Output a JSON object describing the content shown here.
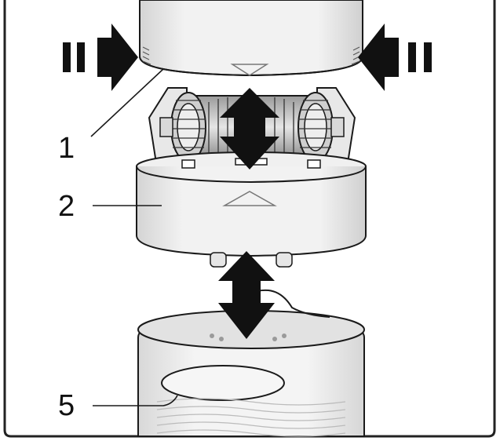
{
  "callouts": {
    "label_1": "1",
    "label_2": "2",
    "label_5": "5"
  },
  "colors": {
    "line": "#1a1a1a",
    "part_fill": "#f3f3f3",
    "part_shade": "#dadada",
    "arrow": "#111111"
  },
  "icons": {
    "press_left": "double-bar-arrow-right",
    "press_right": "double-bar-arrow-left",
    "detach_head": "double-headed-vertical-arrow",
    "detach_cap": "double-headed-vertical-arrow"
  }
}
